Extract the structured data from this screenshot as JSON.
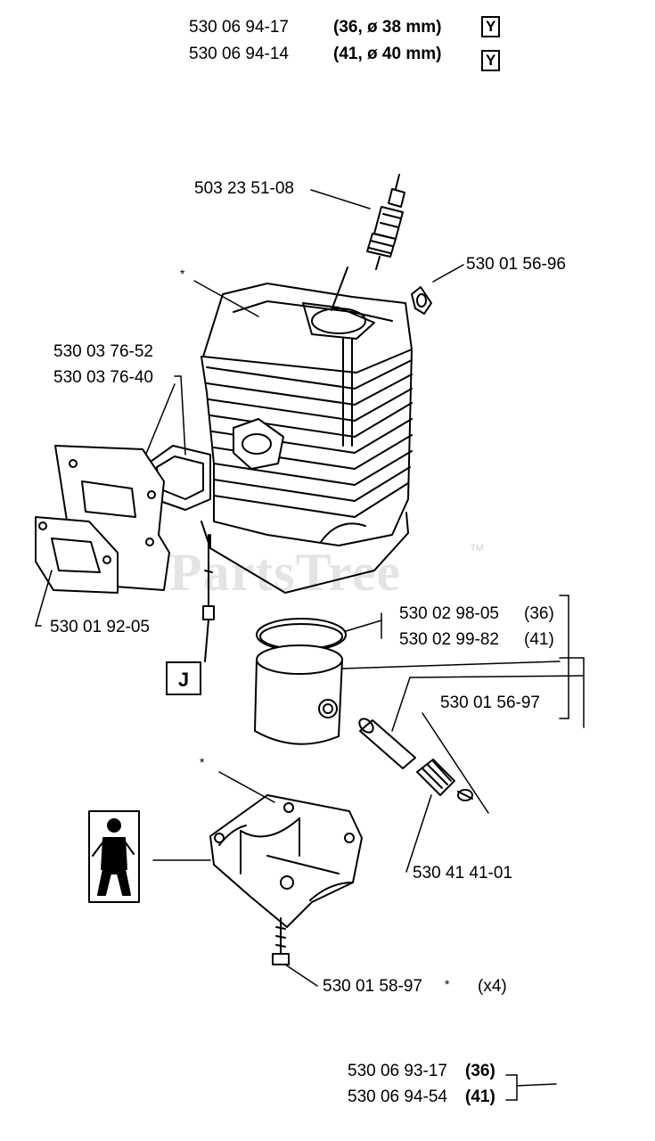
{
  "header": {
    "line1_part": "530 06 94-17",
    "line1_spec": "(36, ø 38 mm)",
    "line1_badge": "Y",
    "line2_part": "530 06 94-14",
    "line2_spec": "(41, ø 40 mm)",
    "line2_badge": "Y"
  },
  "parts": {
    "spark_plug": "503 23 51-08",
    "cylinder_star": "*",
    "clip_top": "530 01 56-96",
    "gasket_a": "530 03 76-52",
    "gasket_b": "530 03 76-40",
    "muffler_gasket": "530 01 92-05",
    "ring_36": "530 02 98-05",
    "ring_36_size": "(36)",
    "ring_41": "530 02 99-82",
    "ring_41_size": "(41)",
    "circlip": "530 01 56-97",
    "bearing": "530 41 41-01",
    "crankcase_star": "*",
    "screw": "530 01 58-97",
    "screw_star": "*",
    "screw_qty": "(x4)",
    "kit_36": "530 06 93-17",
    "kit_36_size": "(36)",
    "kit_41": "530 06 94-54",
    "kit_41_size": "(41)"
  },
  "badges": {
    "j_badge": "J"
  },
  "watermark": {
    "text": "PartsTree",
    "tm": "TM"
  }
}
